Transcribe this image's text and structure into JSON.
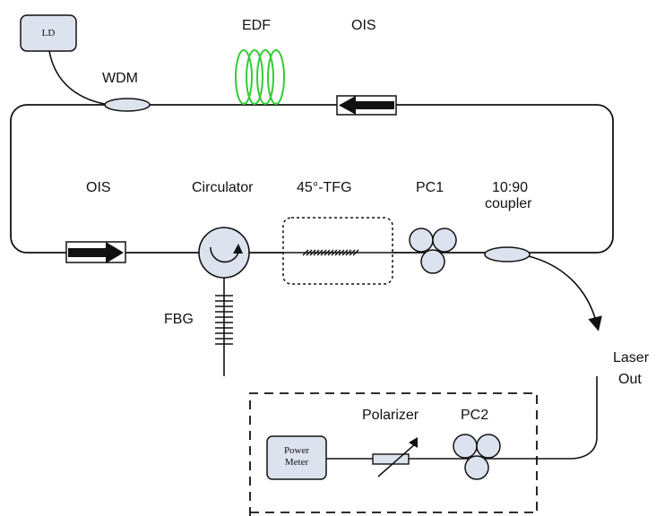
{
  "labels": {
    "ld": "LD",
    "wdm": "WDM",
    "edf": "EDF",
    "ois_top": "OIS",
    "ois_bottom": "OIS",
    "circulator": "Circulator",
    "tfg": "45°-TFG",
    "pc1": "PC1",
    "coupler_line1": "10:90",
    "coupler_line2": "coupler",
    "fbg": "FBG",
    "laser_line1": "Laser",
    "laser_line2": "Out",
    "polarizer": "Polarizer",
    "pc2": "PC2",
    "power_meter_line1": "Power",
    "power_meter_line2": "Meter"
  },
  "colors": {
    "line": "#111111",
    "edf_coil": "#33cc33",
    "component_fill": "#dde3ee"
  }
}
